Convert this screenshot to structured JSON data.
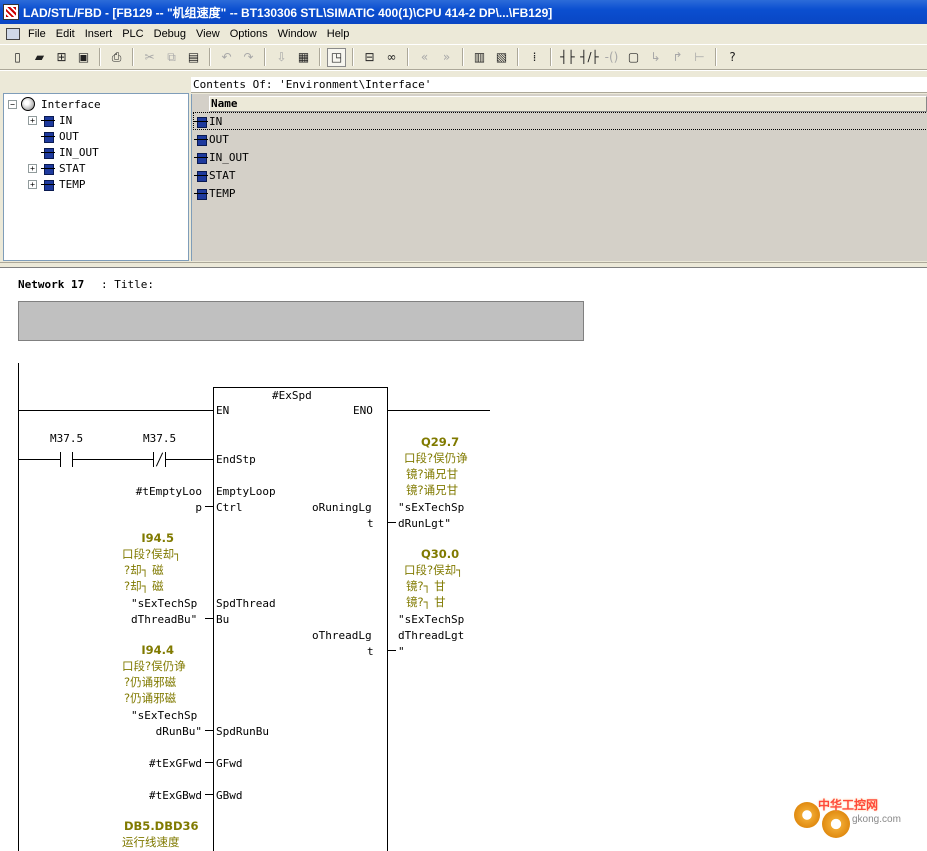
{
  "window": {
    "title": "LAD/STL/FBD  - [FB129 -- \"机组速度\" -- BT130306 STL\\SIMATIC 400(1)\\CPU 414-2 DP\\...\\FB129]"
  },
  "menu": [
    "File",
    "Edit",
    "Insert",
    "PLC",
    "Debug",
    "View",
    "Options",
    "Window",
    "Help"
  ],
  "toolbar": {
    "icons": [
      "new-icon",
      "open-icon",
      "accessible-nodes-icon",
      "save-icon",
      "print-icon",
      "cut-icon",
      "copy-icon",
      "paste-icon",
      "undo-icon",
      "redo-icon",
      "download-icon",
      "monitor-icon",
      "overview-icon",
      "network-icon",
      "glasses-icon",
      "prev-network-icon",
      "next-network-icon",
      "declaration-icon",
      "details-icon",
      "io-icon",
      "contact-no-icon",
      "contact-nc-icon",
      "coil-icon",
      "box-icon",
      "branch-open-icon",
      "branch-close-icon",
      "connection-icon",
      "help-icon"
    ]
  },
  "tree": {
    "root": "Interface",
    "items": [
      "IN",
      "OUT",
      "IN_OUT",
      "STAT",
      "TEMP"
    ]
  },
  "contents": {
    "header": "Contents Of: 'Environment\\Interface'",
    "column": "Name",
    "rows": [
      "IN",
      "OUT",
      "IN_OUT",
      "STAT",
      "TEMP"
    ]
  },
  "network": {
    "label": "Network 17",
    "title": ": Title:"
  },
  "block": {
    "instance": "#ExSpd",
    "en": "EN",
    "eno": "ENO",
    "inputs": [
      "EndStp",
      "EmptyLoop",
      "Ctrl",
      "SpdThread",
      "Bu",
      "SpdRunBu",
      "GFwd",
      "GBwd"
    ],
    "outputs": [
      "oRuningLg",
      "t",
      "oThreadLg",
      "t"
    ]
  },
  "operands": {
    "contact1": "M37.5",
    "contact2": "M37.5",
    "empty_loop_1": "#tEmptyLoo",
    "empty_loop_2": "p",
    "i945_addr": "I94.5",
    "i945_c1": "口段?俣却┐",
    "i945_c2": "?却┐    磁",
    "i945_c3": "?却┐    磁",
    "i945_s1": "\"sExTechSp",
    "i945_s2": "dThreadBu\"",
    "i944_addr": "I94.4",
    "i944_c1": "口段?俣仍诤",
    "i944_c2": "?仍诵邪磁",
    "i944_c3": "?仍诵邪磁",
    "i944_s1": "\"sExTechSp",
    "i944_s2": "dRunBu\"",
    "gfwd": "#tExGFwd",
    "gbwd": "#tExGBwd",
    "db_addr": "DB5.DBD36",
    "db_comment": "运行线速度",
    "q297_addr": "Q29.7",
    "q297_c1": "口段?俣仍诤",
    "q297_c2": "镜?诵兄甘",
    "q297_c3": "镜?诵兄甘",
    "q297_s1": "\"sExTechSp",
    "q297_s2": "dRunLgt\"",
    "q300_addr": "Q30.0",
    "q300_c1": "口段?俣却┐",
    "q300_c2": "镜?┐    甘",
    "q300_c3": "镜?┐    甘",
    "q300_s1": "\"sExTechSp",
    "q300_s2": "dThreadLgt",
    "q300_s3": "\""
  },
  "watermark": {
    "brand": "中华工控网",
    "site": "gkong.com"
  }
}
